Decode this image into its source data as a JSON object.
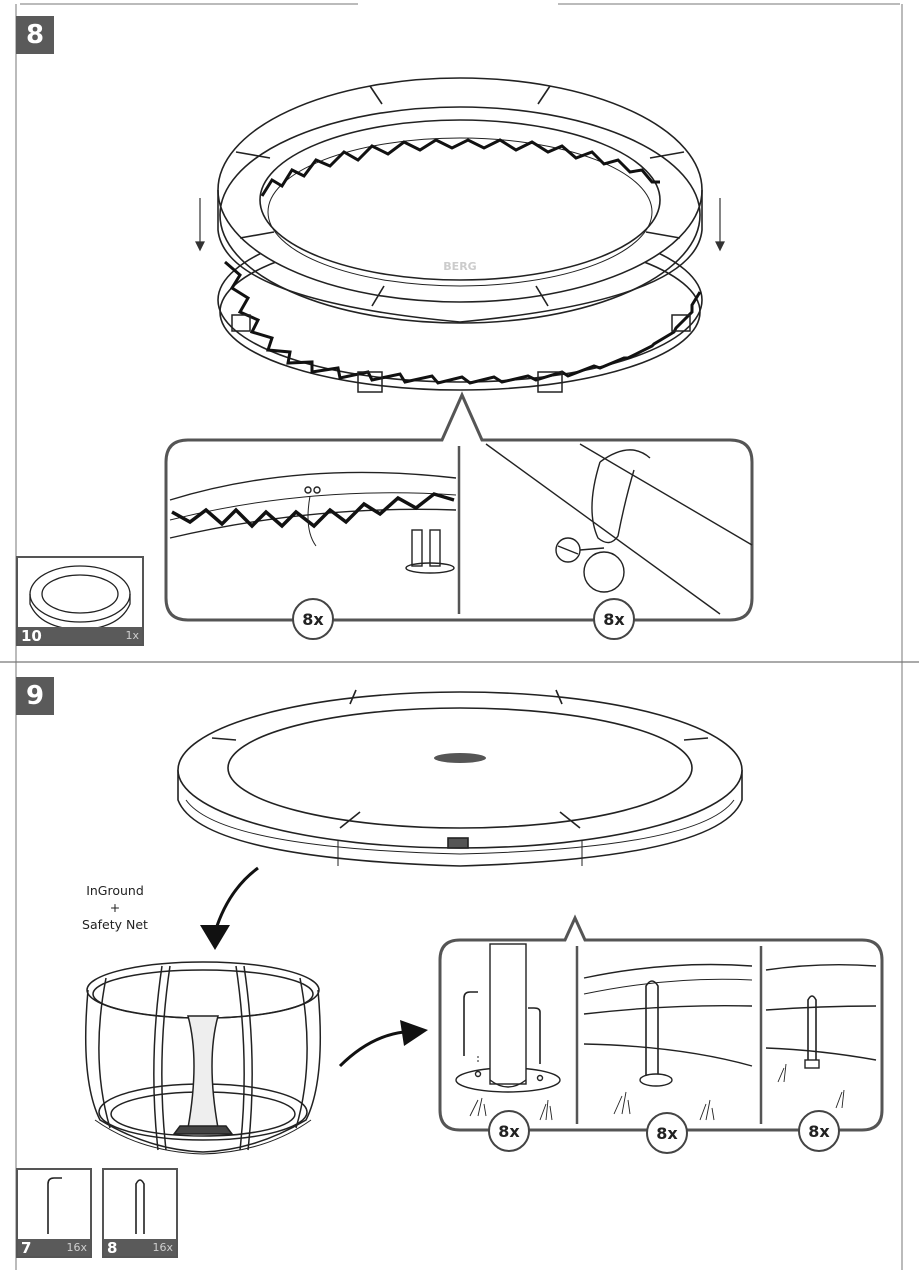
{
  "steps": [
    {
      "number": "8",
      "parts": [
        {
          "id": "10",
          "qty": "1x"
        }
      ],
      "details": [
        {
          "qty": "8x"
        },
        {
          "qty": "8x"
        }
      ]
    },
    {
      "number": "9",
      "note": {
        "line1": "InGround",
        "line2": "+",
        "line3": "Safety Net"
      },
      "parts": [
        {
          "id": "7",
          "qty": "16x"
        },
        {
          "id": "8",
          "qty": "16x"
        }
      ],
      "details": [
        {
          "qty": "8x"
        },
        {
          "qty": "8x"
        },
        {
          "qty": "8x"
        }
      ]
    }
  ]
}
